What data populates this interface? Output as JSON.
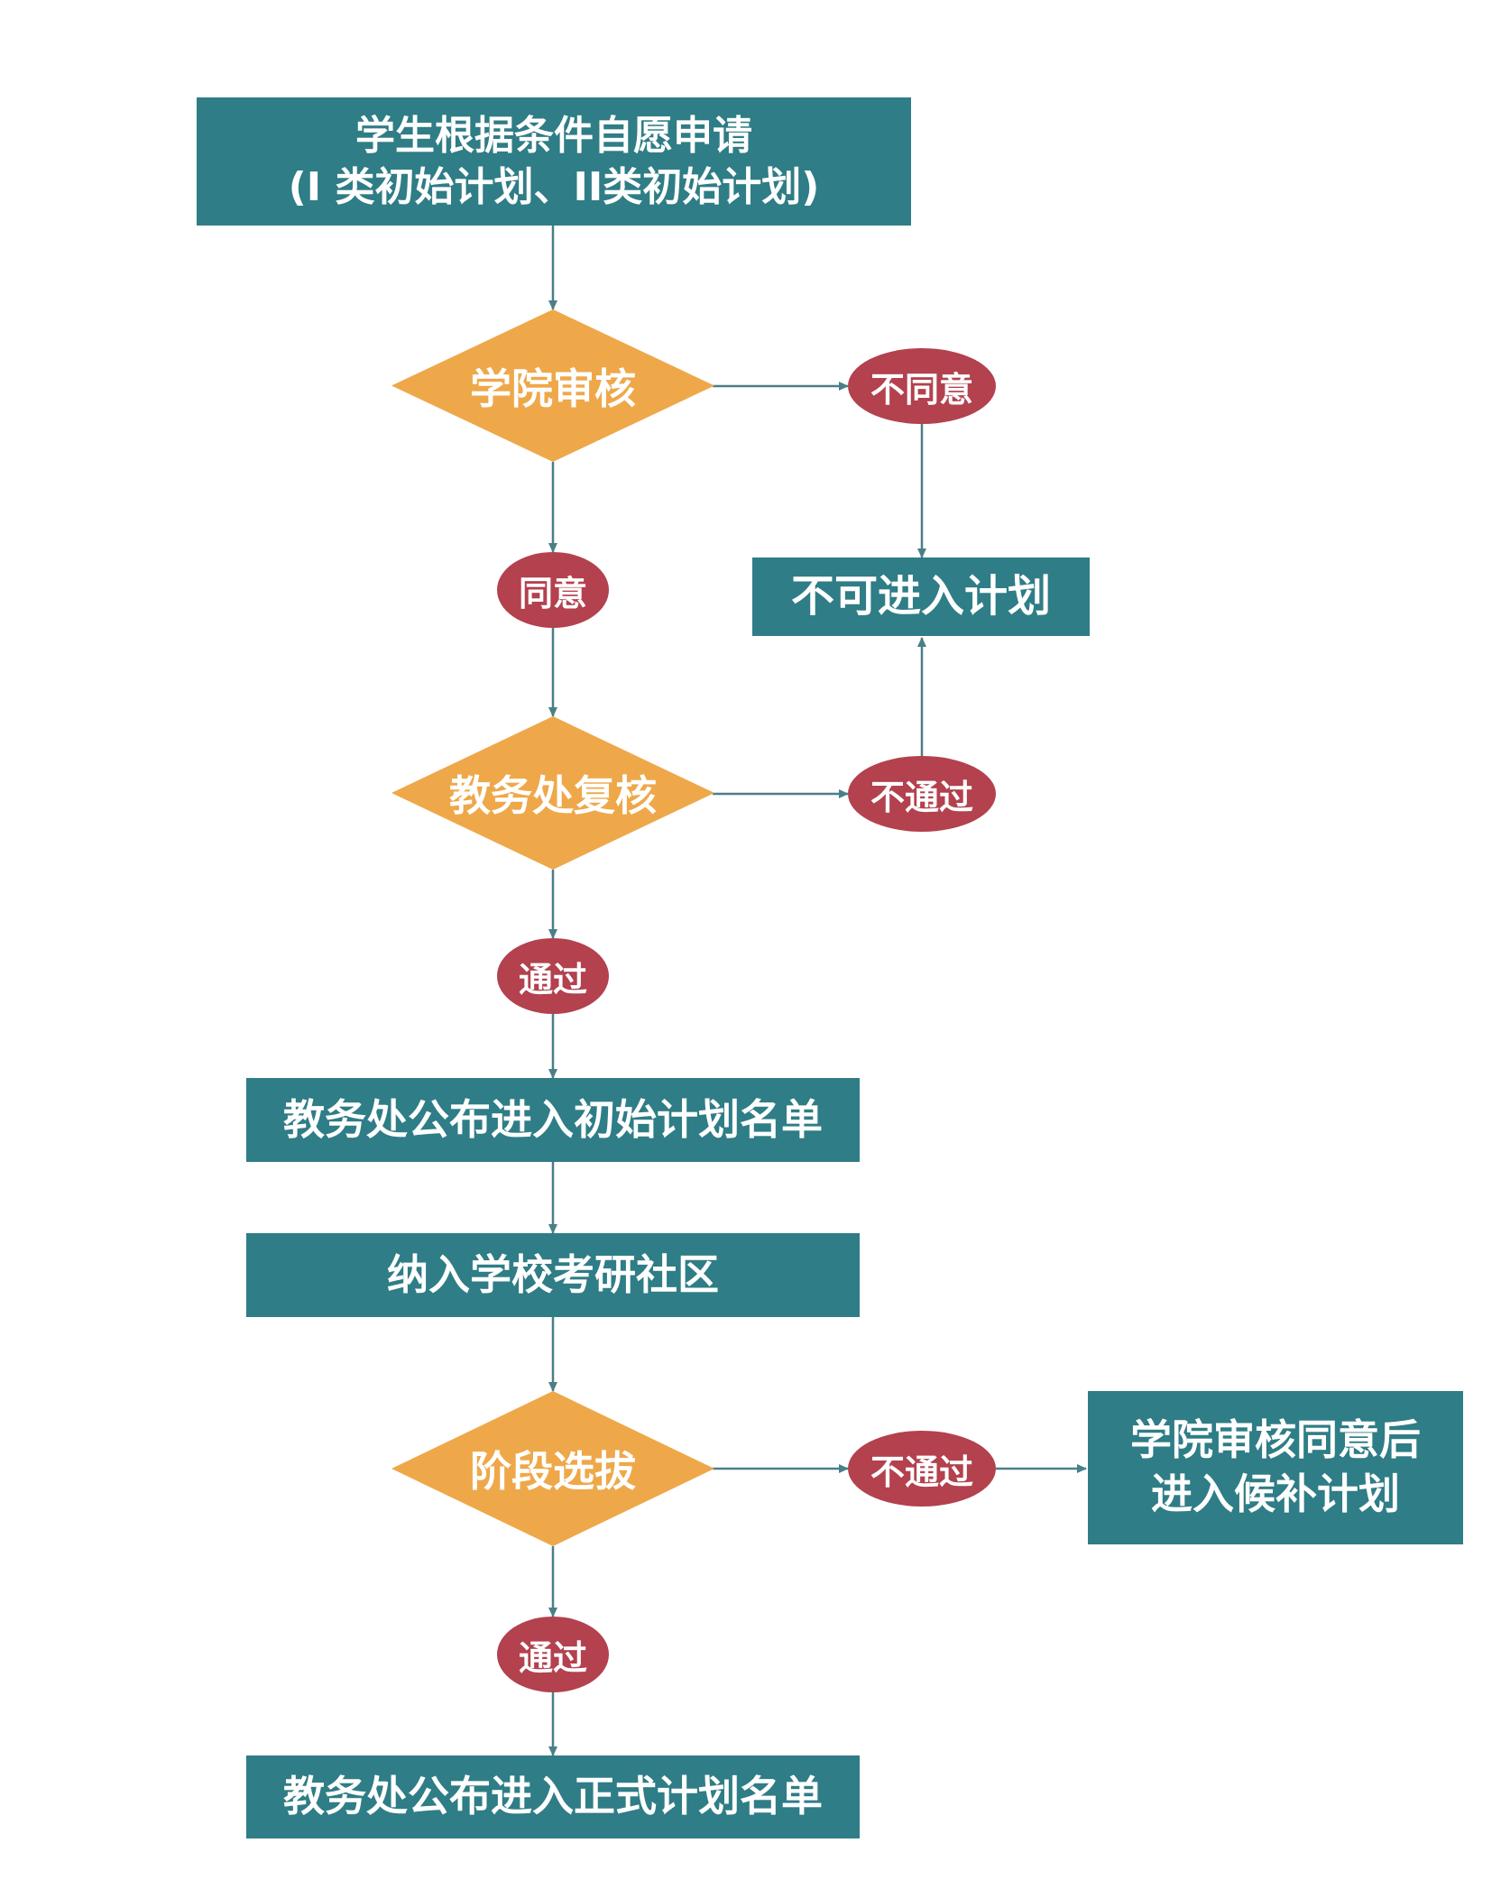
{
  "colors": {
    "process": "#2f7d86",
    "decision": "#eea84a",
    "label": "#b3414e",
    "edge": "#4a7f88",
    "background": "#ffffff"
  },
  "nodes": {
    "apply": {
      "line1": "学生根据条件自愿申请",
      "line2": "(I 类初始计划、II类初始计划)"
    },
    "college_review": "学院审核",
    "college_disagree": "不同意",
    "cannot_enter": "不可进入计划",
    "college_agree": "同意",
    "office_recheck": "教务处复核",
    "recheck_fail": "不通过",
    "recheck_pass": "通过",
    "publish_initial": "教务处公布进入初始计划名单",
    "community": "纳入学校考研社区",
    "stage_selection": "阶段选拔",
    "stage_fail": "不通过",
    "waitlist": {
      "line1": "学院审核同意后",
      "line2": "进入候补计划"
    },
    "stage_pass": "通过",
    "publish_formal": "教务处公布进入正式计划名单"
  }
}
